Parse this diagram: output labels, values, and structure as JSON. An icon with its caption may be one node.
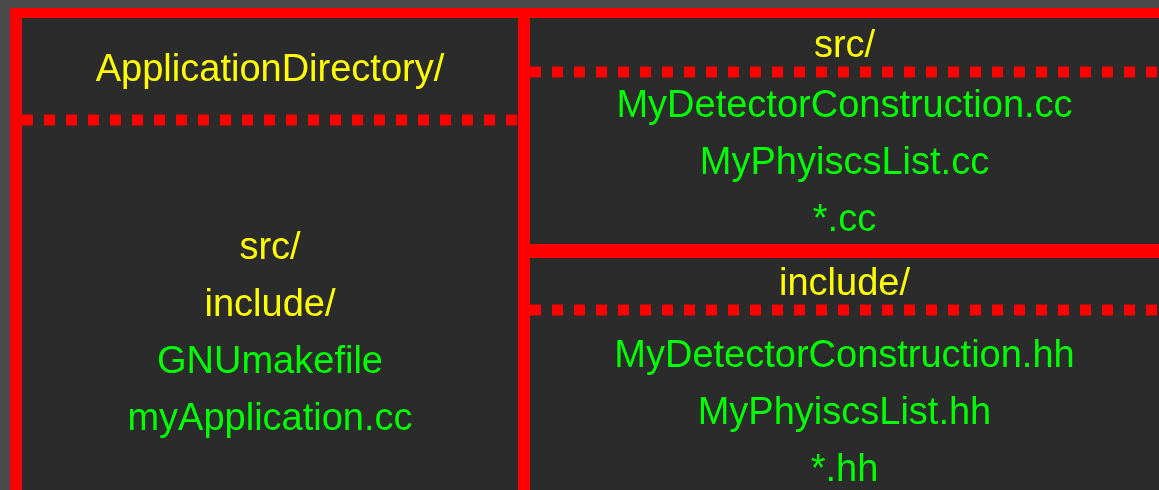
{
  "diagram": {
    "nodes": [
      {
        "text": [
          "ApplicationDirectory/",
          "src/ include/",
          "GNUmakefile myApplication.cc"
        ]
      },
      {
        "text": [
          "src/",
          "MyDetectorConstruction.cc MyPhyiscsList.cc *.cc"
        ]
      },
      {
        "text": [
          "include/",
          "MyDetectorConstruction.hh MyPhyiscsList.hh *.hh"
        ]
      }
    ]
  }
}
